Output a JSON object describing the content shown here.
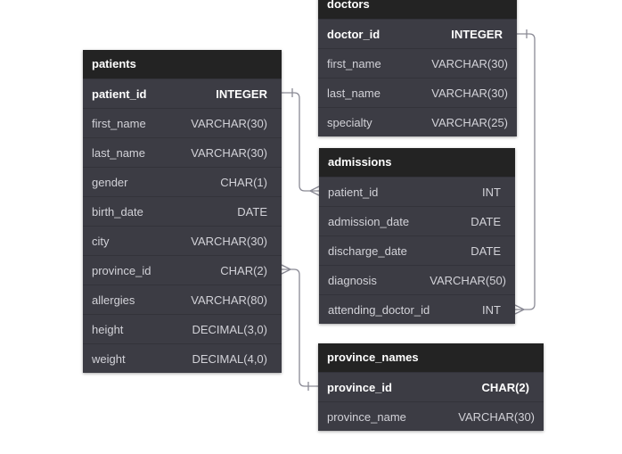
{
  "tables": {
    "doctors": {
      "name": "doctors",
      "columns": [
        {
          "name": "doctor_id",
          "type": "INTEGER",
          "pk": true
        },
        {
          "name": "first_name",
          "type": "VARCHAR(30)"
        },
        {
          "name": "last_name",
          "type": "VARCHAR(30)"
        },
        {
          "name": "specialty",
          "type": "VARCHAR(25)"
        }
      ]
    },
    "patients": {
      "name": "patients",
      "columns": [
        {
          "name": "patient_id",
          "type": "INTEGER",
          "pk": true
        },
        {
          "name": "first_name",
          "type": "VARCHAR(30)"
        },
        {
          "name": "last_name",
          "type": "VARCHAR(30)"
        },
        {
          "name": "gender",
          "type": "CHAR(1)"
        },
        {
          "name": "birth_date",
          "type": "DATE"
        },
        {
          "name": "city",
          "type": "VARCHAR(30)"
        },
        {
          "name": "province_id",
          "type": "CHAR(2)"
        },
        {
          "name": "allergies",
          "type": "VARCHAR(80)"
        },
        {
          "name": "height",
          "type": "DECIMAL(3,0)"
        },
        {
          "name": "weight",
          "type": "DECIMAL(4,0)"
        }
      ]
    },
    "admissions": {
      "name": "admissions",
      "columns": [
        {
          "name": "patient_id",
          "type": "INT"
        },
        {
          "name": "admission_date",
          "type": "DATE"
        },
        {
          "name": "discharge_date",
          "type": "DATE"
        },
        {
          "name": "diagnosis",
          "type": "VARCHAR(50)"
        },
        {
          "name": "attending_doctor_id",
          "type": "INT"
        }
      ]
    },
    "province_names": {
      "name": "province_names",
      "columns": [
        {
          "name": "province_id",
          "type": "CHAR(2)",
          "pk": true
        },
        {
          "name": "province_name",
          "type": "VARCHAR(30)"
        }
      ]
    }
  },
  "relationships": [
    {
      "from": "patients.patient_id",
      "to": "admissions.patient_id",
      "cardinality": "one-to-many"
    },
    {
      "from": "doctors.doctor_id",
      "to": "admissions.attending_doctor_id",
      "cardinality": "one-to-many"
    },
    {
      "from": "province_names.province_id",
      "to": "patients.province_id",
      "cardinality": "one-to-many"
    }
  ],
  "colors": {
    "header_bg": "#232323",
    "body_bg": "#3c3c44",
    "connector": "#8a8a95"
  }
}
